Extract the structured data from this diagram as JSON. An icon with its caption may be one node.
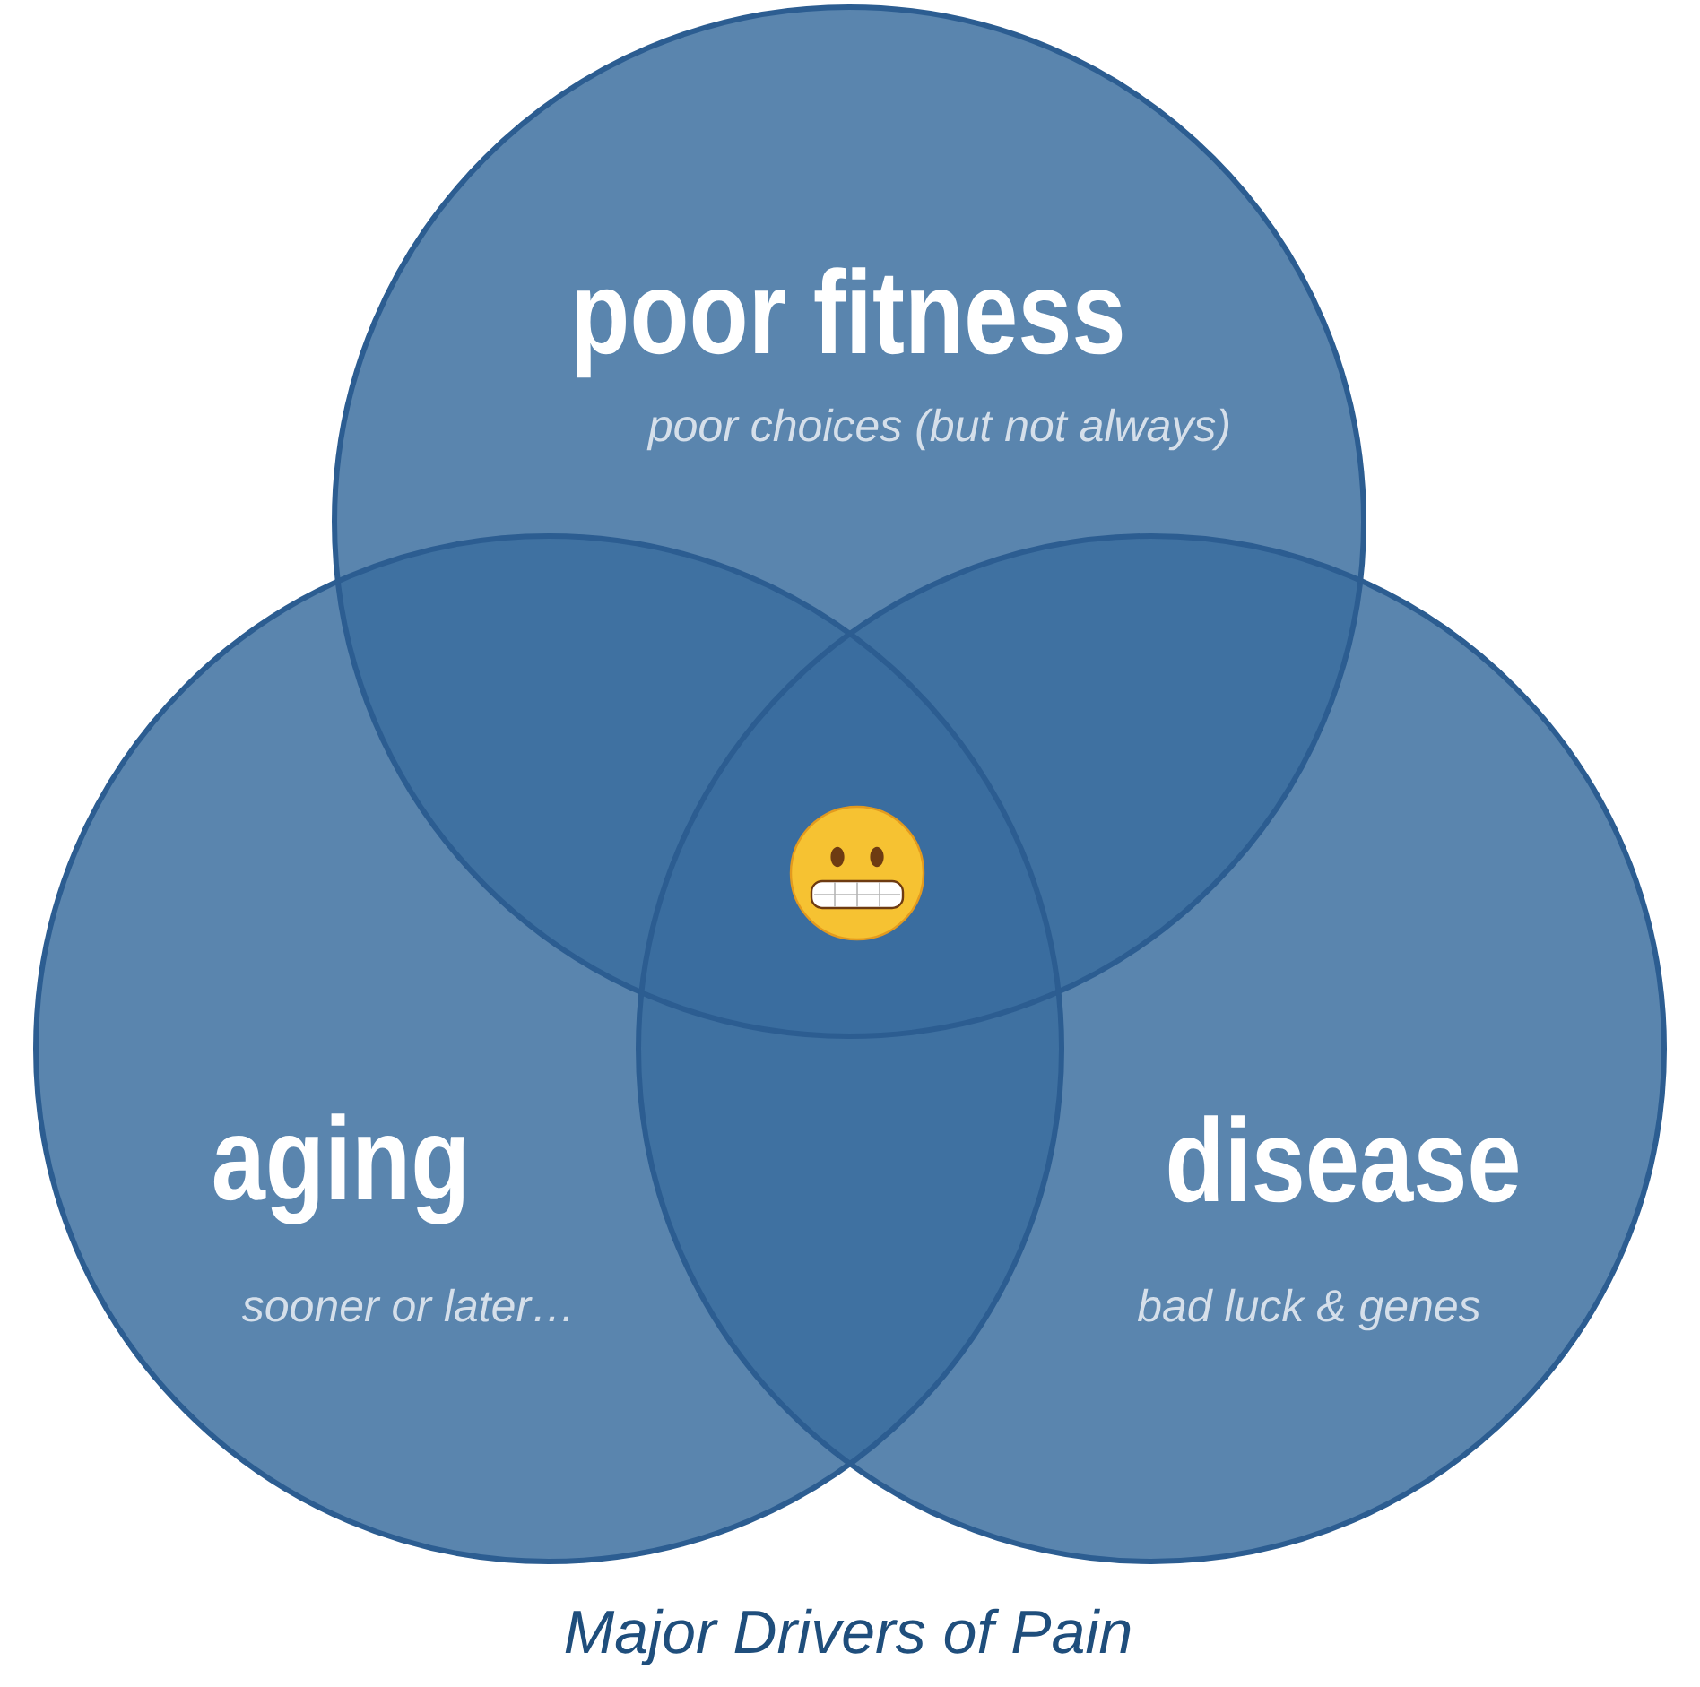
{
  "diagram": {
    "caption": "Major Drivers of Pain",
    "nodes": [
      {
        "text": [
          "poor fitness",
          "poor choices (but not always)"
        ]
      },
      {
        "text": [
          "aging",
          "sooner or later…"
        ]
      },
      {
        "text": [
          "disease",
          "bad luck & genes"
        ]
      }
    ]
  }
}
